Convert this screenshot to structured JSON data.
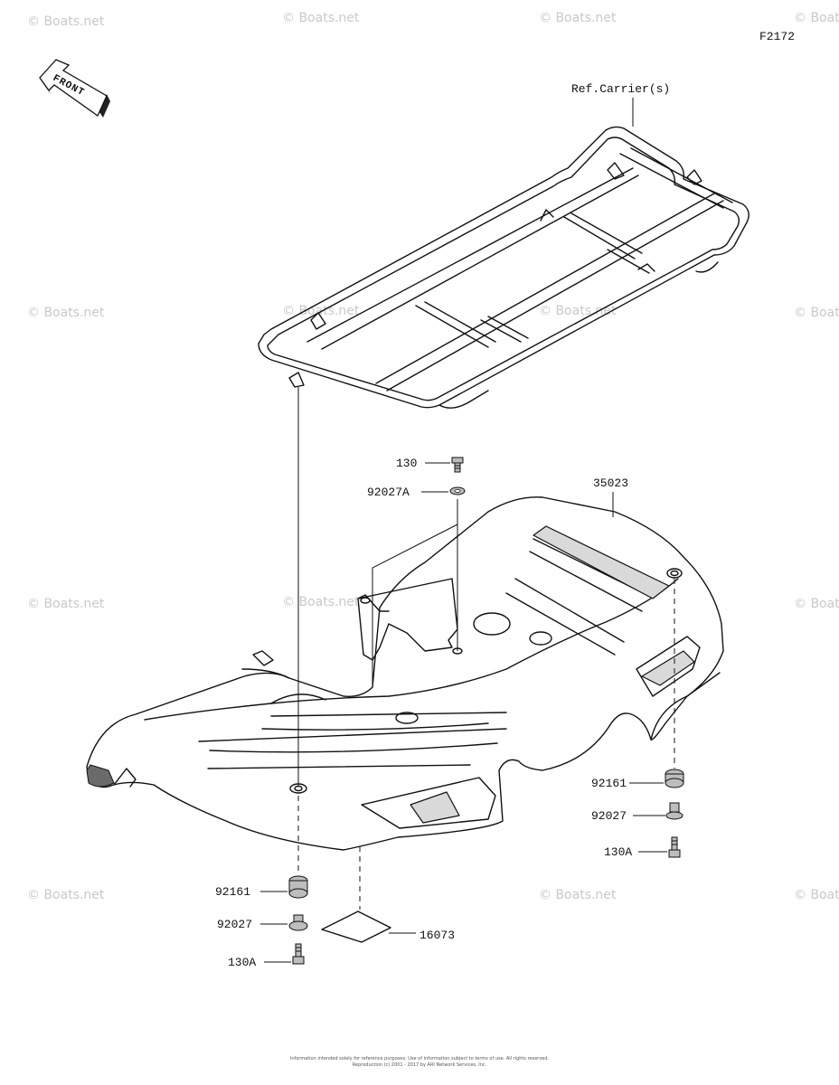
{
  "figure_code": "F2172",
  "front_arrow_text": "FRONT",
  "watermark": "© Boats.net",
  "callouts": {
    "ref_carrier": "Ref.Carrier(s)",
    "p130": "130",
    "p92027A": "92027A",
    "p35023": "35023",
    "p92161_right": "92161",
    "p92027_right": "92027",
    "p130A_right": "130A",
    "p92161_left": "92161",
    "p92027_left": "92027",
    "p130A_left": "130A",
    "p16073": "16073"
  },
  "footer": {
    "line1": "Information intended solely for reference purposes. Use of information subject to terms of use. All rights reserved.",
    "line2": "Reproduction (c) 2001 - 2017 by ARI Network Services, Inc."
  }
}
